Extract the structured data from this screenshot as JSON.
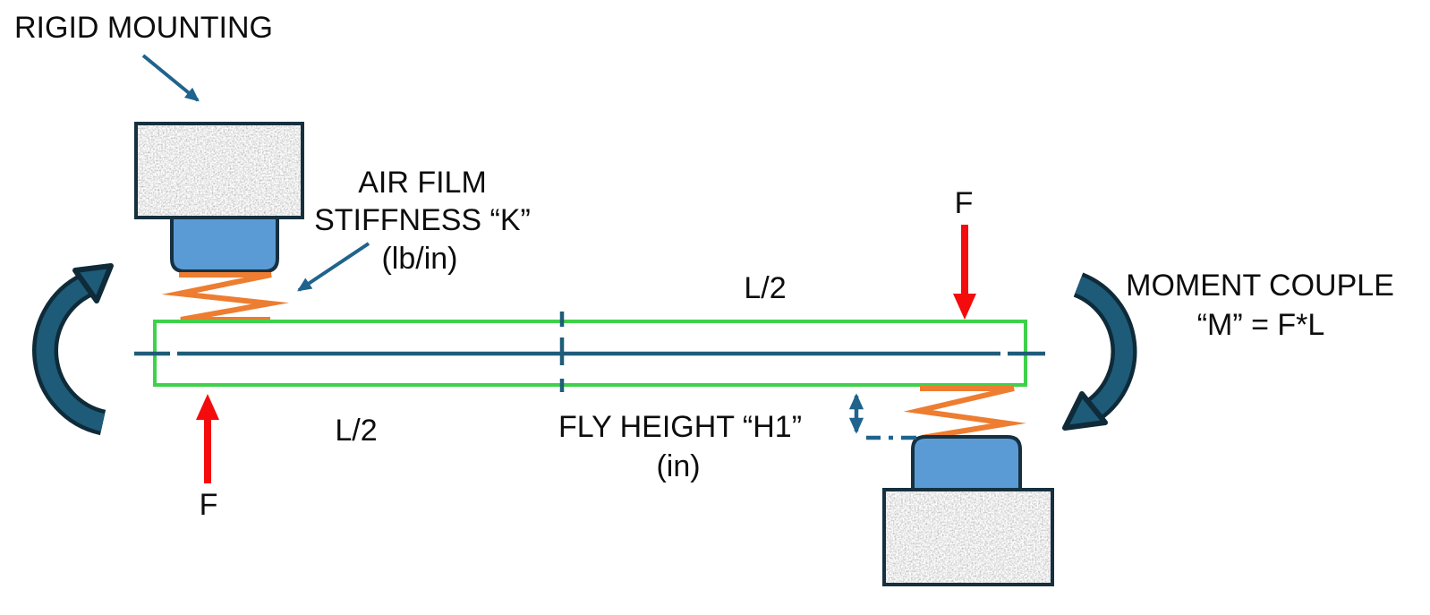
{
  "diagram": {
    "background": "#ffffff",
    "labels": {
      "rigid_mounting": "RIGID MOUNTING",
      "air_film": {
        "line1": "AIR FILM",
        "line2": "STIFFNESS “K”",
        "line3": "(lb/in)"
      },
      "span_left": "L/2",
      "span_right": "L/2",
      "force_left": "F",
      "force_right": "F",
      "fly_height": {
        "line1": "FLY HEIGHT “H1”",
        "line2": "(in)"
      },
      "moment": {
        "line1": "MOMENT COUPLE",
        "line2": "“M” = F*L"
      }
    },
    "colors": {
      "text": "#0d0d0d",
      "beam_outline": "#3ed14b",
      "centerline": "#1f5c78",
      "spring_orange": "#ed7d31",
      "pad_blue": "#5b9bd5",
      "outline_navy": "#16303f",
      "leader_teal": "#20638c",
      "moment_fill": "#1d5b78",
      "moment_outline": "#0f2a38",
      "force_red": "#f40b0b",
      "block_gray": "#c4c4c4"
    }
  }
}
